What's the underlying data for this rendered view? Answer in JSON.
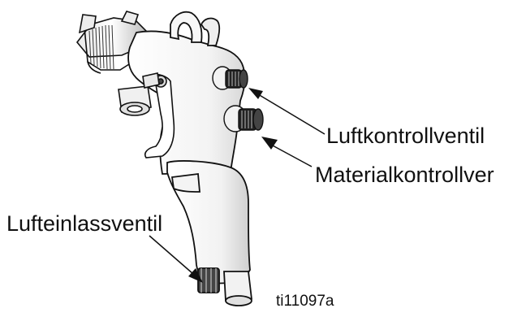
{
  "figure": {
    "labels": {
      "air_control_valve": "Luftkontrollventil",
      "fluid_control_valve": "Materialkontrollver",
      "air_inlet_valve": "Lufteinlassventil"
    },
    "figure_id": "ti11097a"
  },
  "colors": {
    "line": "#111111",
    "background": "#ffffff"
  }
}
